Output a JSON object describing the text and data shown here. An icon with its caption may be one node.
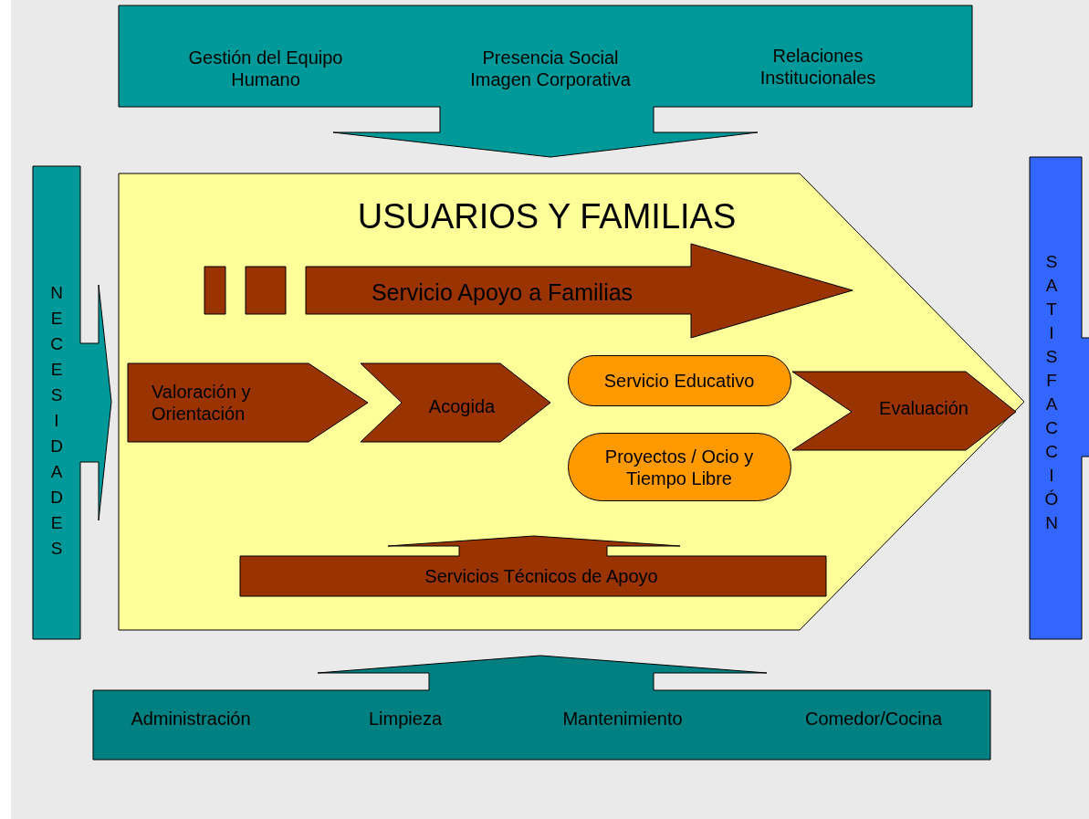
{
  "diagram": {
    "nodes": [
      {
        "text": [
          "Gestión del Equipo Humano",
          "Presencia Social Imagen Corporativa",
          "Relaciones Institucionales"
        ]
      },
      {
        "text": [
          "NECESIDADES"
        ]
      },
      {
        "text": [
          "USUARIOS Y FAMILIAS"
        ]
      },
      {
        "text": [
          "Servicio Apoyo a Familias"
        ],
        "in": 2
      },
      {
        "text": [
          "Valoración y Orientación"
        ],
        "in": 2
      },
      {
        "text": [
          "Acogida"
        ],
        "in": 2
      },
      {
        "text": [
          "Servicio Educativo"
        ],
        "in": 2
      },
      {
        "text": [
          "Proyectos / Ocio y Tiempo Libre"
        ],
        "in": 2
      },
      {
        "text": [
          "Evaluación"
        ],
        "in": 2
      },
      {
        "text": [
          "Servicios Técnicos de Apoyo"
        ],
        "in": 2
      },
      {
        "text": [
          "SATISFACCIÓN"
        ]
      },
      {
        "text": [
          "Administración",
          "Limpieza",
          "Mantenimiento",
          "Comedor/Cocina"
        ]
      }
    ]
  }
}
